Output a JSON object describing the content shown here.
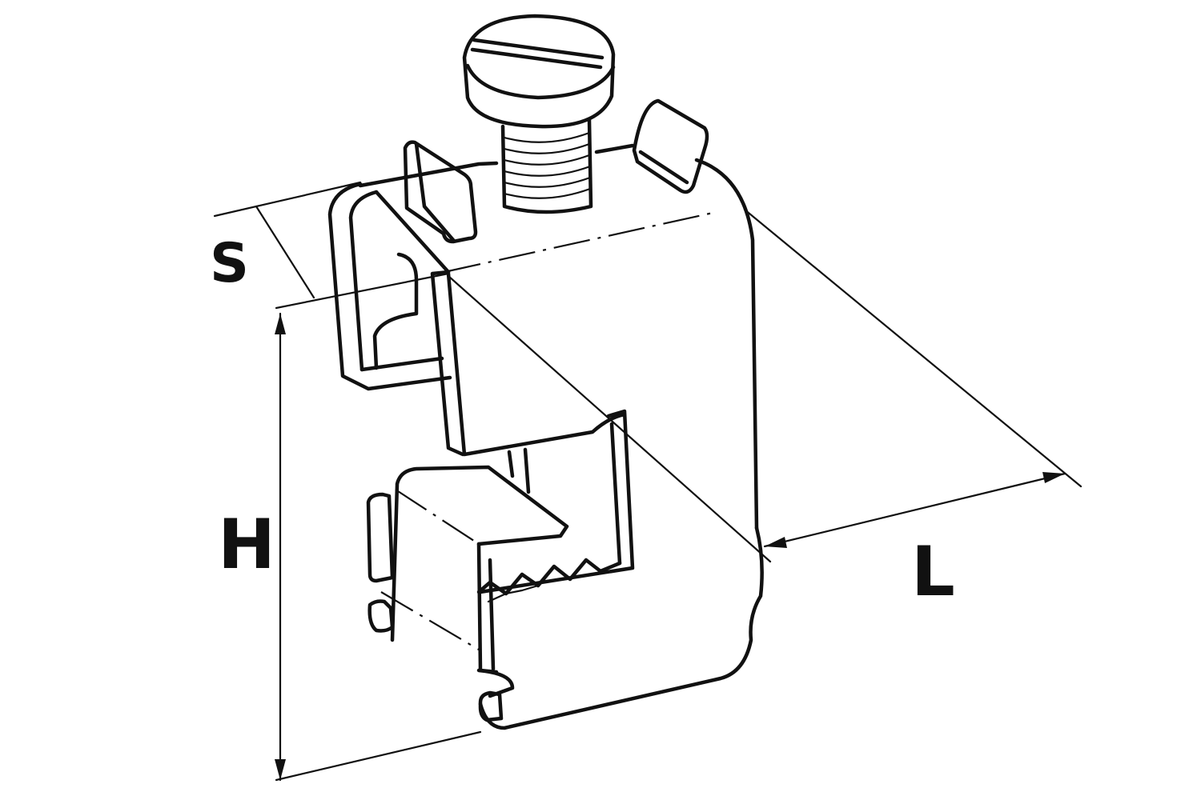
{
  "diagram": {
    "labels": {
      "s": "S",
      "h": "H",
      "l": "L"
    },
    "ink_color": "#111111",
    "background_color": "#ffffff"
  }
}
